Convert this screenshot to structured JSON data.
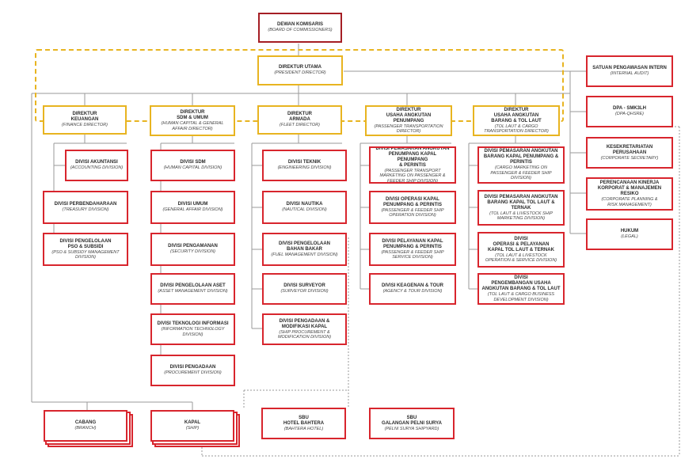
{
  "commissioners": {
    "title": "DEWAN KOMISARIS",
    "subtitle": "(BOARD OF COMMISSIONERS)"
  },
  "president": {
    "title": "DIREKTUR UTAMA",
    "subtitle": "(PRESIDENT DIRECTOR)"
  },
  "directors": [
    {
      "title": "DIREKTUR\nKEUANGAN",
      "subtitle": "(FINANCE DIRECTOR)"
    },
    {
      "title": "DIREKTUR\nSDM & UMUM",
      "subtitle": "(HUMAN CAPITAL & GENERAL\nAFFAIR DIRECTOR)"
    },
    {
      "title": "DIREKTUR\nARMADA",
      "subtitle": "(FLEET DIRECTOR)"
    },
    {
      "title": "DIREKTUR\nUSAHA ANGKUTAN\nPENUMPANG",
      "subtitle": "(PASSENGER TRANSPORTATION\nDIRECTOR)"
    },
    {
      "title": "DIREKTUR\nUSAHA ANGKUTAN\nBARANG & TOL LAUT",
      "subtitle": "(TOL LAUT & CARGO\nTRANSPORTATION DIRECTOR)"
    }
  ],
  "finance_divisions": [
    {
      "title": "DIVISI AKUNTANSI",
      "subtitle": "(ACCOUNTING DIVISION)"
    },
    {
      "title": "DIVISI PERBENDAHARAAN",
      "subtitle": "(TREASURY DIVISION)"
    },
    {
      "title": "DIVISI PENGELOLAAN\nPSO & SUBSIDI",
      "subtitle": "(PSO & SUBSIDY MANAGEMENT\nDIVISION)"
    }
  ],
  "hc_divisions": [
    {
      "title": "DIVISI SDM",
      "subtitle": "(HUMAN CAPITAL DIVISION)"
    },
    {
      "title": "DIVISI UMUM",
      "subtitle": "(GENERAL AFFAIR DIVISION)"
    },
    {
      "title": "DIVISI PENGAMANAN",
      "subtitle": "(SECURITY DIVISION)"
    },
    {
      "title": "DIVISI PENGELOLAAN ASET",
      "subtitle": "(ASSET MANAGEMENT DIVISION)"
    },
    {
      "title": "DIVISI TEKNOLOGI INFORMASI",
      "subtitle": "(INFORMATION TECHNOLOGY\nDIVISION)"
    },
    {
      "title": "DIVISI PENGADAAN",
      "subtitle": "(PROCUREMENT DIVISION)"
    }
  ],
  "fleet_divisions": [
    {
      "title": "DIVISI TEKNIK",
      "subtitle": "(ENGINEERING DIVISION)"
    },
    {
      "title": "DIVISI NAUTIKA",
      "subtitle": "(NAUTICAL DIVISION)"
    },
    {
      "title": "DIVISI PENGELOLAAN\nBAHAN BAKAR",
      "subtitle": "(FUEL MANAGEMENT DIVISION)"
    },
    {
      "title": "DIVISI SURVEYOR",
      "subtitle": "(SURVEYOR DIVISION)"
    },
    {
      "title": "DIVISI PENGADAAN &\nMODIFIKASI KAPAL",
      "subtitle": "(SHIP PROCUREMENT &\nMODIFICATION DIVISION)"
    }
  ],
  "passenger_divisions": [
    {
      "title": "DIVISI PEMASARAN ANGKUTAN\nPENUMPANG KAPAL PENUMPANG\n& PERINTIS",
      "subtitle": "(PASSENGER TRANSPORT\nMARKETING ON PASSENGER &\nFEEDER SHIP DIVISION)"
    },
    {
      "title": "DIVISI OPERASI KAPAL\nPENUMPANG & PERINTIS",
      "subtitle": "(PASSENGER & FEEDER SHIP\nOPERATION DIVISION)"
    },
    {
      "title": "DIVISI PELAYANAN KAPAL\nPENUMPANG & PERINTIS",
      "subtitle": "(PASSENGER & FEEDER SHIP\nSERVICE DIVISION)"
    },
    {
      "title": "DIVISI KEAGENAN & TOUR",
      "subtitle": "(AGENCY & TOUR DIVISION)"
    }
  ],
  "cargo_divisions": [
    {
      "title": "DIVISI PEMASARAN ANGKUTAN\nBARANG KAPAL PENUMPANG &\nPERINTIS",
      "subtitle": "(CARGO MARKETING ON\nPASSENGER & FEEDER SHIP\nDIVISION)"
    },
    {
      "title": "DIVISI PEMASARAN ANGKUTAN\nBARANG KAPAL TOL LAUT &\nTERNAK",
      "subtitle": "(TOL LAUT & LIVESTOCK SHIP\nMARKETING DIVISION)"
    },
    {
      "title": "DIVISI\nOPERASI & PELAYANAN\nKAPAL TOL LAUT & TERNAK",
      "subtitle": "(TOL LAUT & LIVESTOCK\nOPERATION & SERVICE DIVISION)"
    },
    {
      "title": "DIVISI\nPENGEMBANGAN USAHA\nANGKUTAN BARANG & TOL LAUT",
      "subtitle": "(TOL LAUT & CARGO BUSINESS\nDEVELOPMENT DIVISION)"
    }
  ],
  "staff_units": [
    {
      "title": "SATUAN PENGAWASAN INTERN",
      "subtitle": "(INTERNAL AUDIT)"
    },
    {
      "title": "DPA - SMK3LH",
      "subtitle": "(DPA-QHSRE)"
    },
    {
      "title": "KESEKRETARIATAN\nPERUSAHAAN",
      "subtitle": "(CORPORATE SECRETARY)"
    },
    {
      "title": "PERENCANAAN KINERJA\nKORPORAT & MANAJEMEN RESIKO",
      "subtitle": "(CORPORATE PLANNING &\nRISK MANAGEMENT)"
    },
    {
      "title": "HUKUM",
      "subtitle": "(LEGAL)"
    }
  ],
  "bottom_units": [
    {
      "title": "CABANG",
      "subtitle": "(BRANCH)"
    },
    {
      "title": "KAPAL",
      "subtitle": "(SHIP)"
    },
    {
      "title": "SBU\nHOTEL BAHTERA",
      "subtitle": "(BAHTERA HOTEL)"
    },
    {
      "title": "SBU\nGALANGAN PELNI SURYA",
      "subtitle": "(PELNI SURYA SHIPYARD)"
    }
  ]
}
